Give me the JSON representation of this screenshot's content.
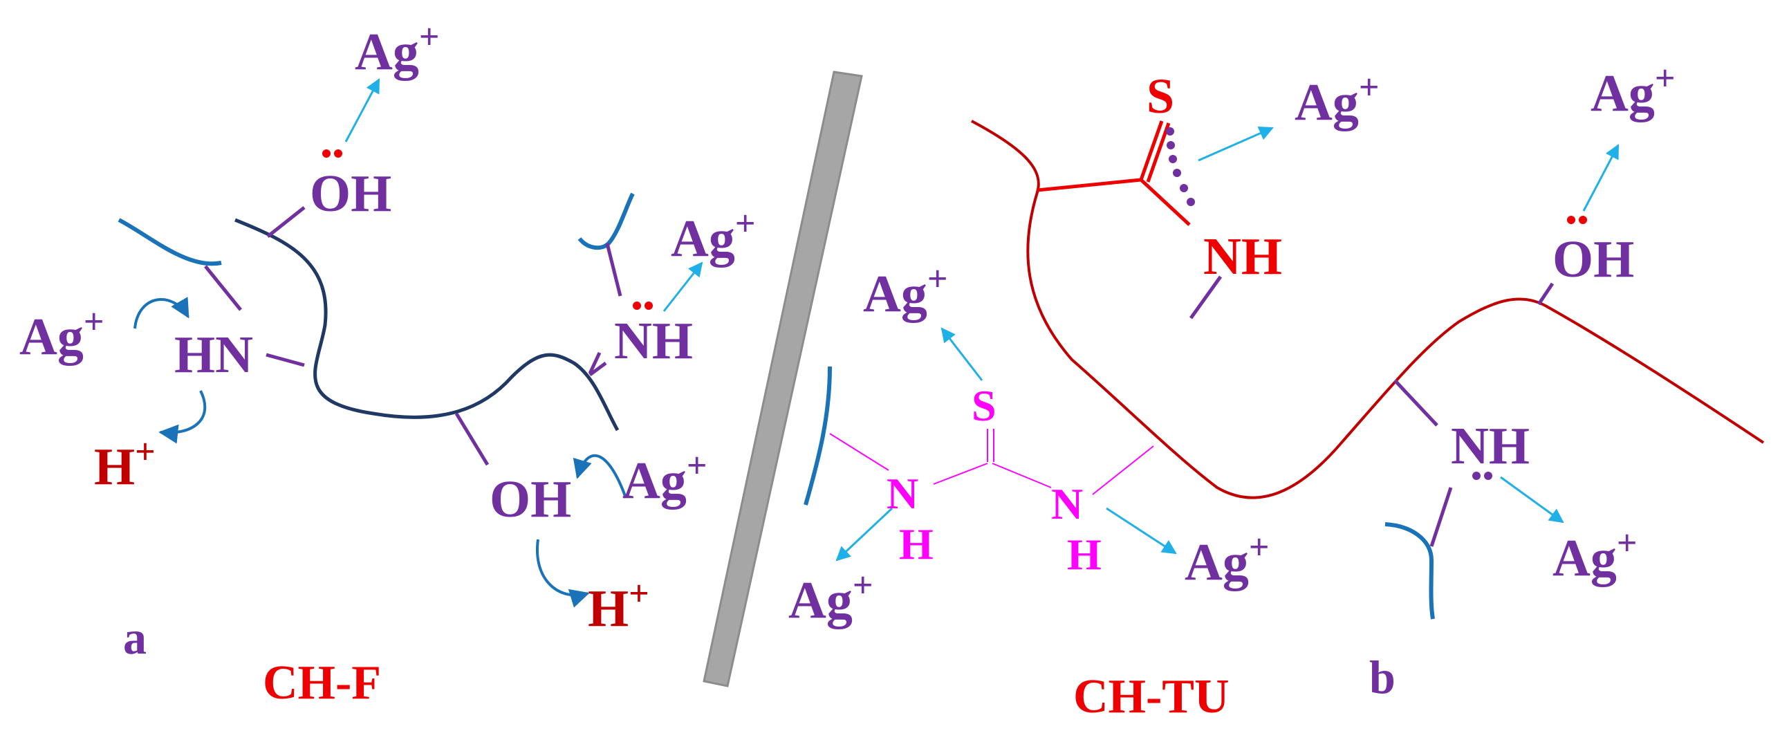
{
  "colors": {
    "purple": "#7030a0",
    "red": "#ee0000",
    "dark_red": "#c00000",
    "magenta": "#ff00ff",
    "cyan_arrow": "#1fb0e8",
    "navy_chain": "#1f3864",
    "blue_chain": "#1a72b8",
    "crimson_chain": "#c00000",
    "divider_gray": "#a6a6a6"
  },
  "labels": {
    "ag": "Ag",
    "plus": "+",
    "h": "H",
    "oh": "OH",
    "hn": "HN",
    "nh": "NH",
    "n": "N",
    "s": "S"
  },
  "panels": {
    "a_letter": "a",
    "a_name": "CH-F",
    "b_letter": "b",
    "b_name": "CH-TU"
  }
}
